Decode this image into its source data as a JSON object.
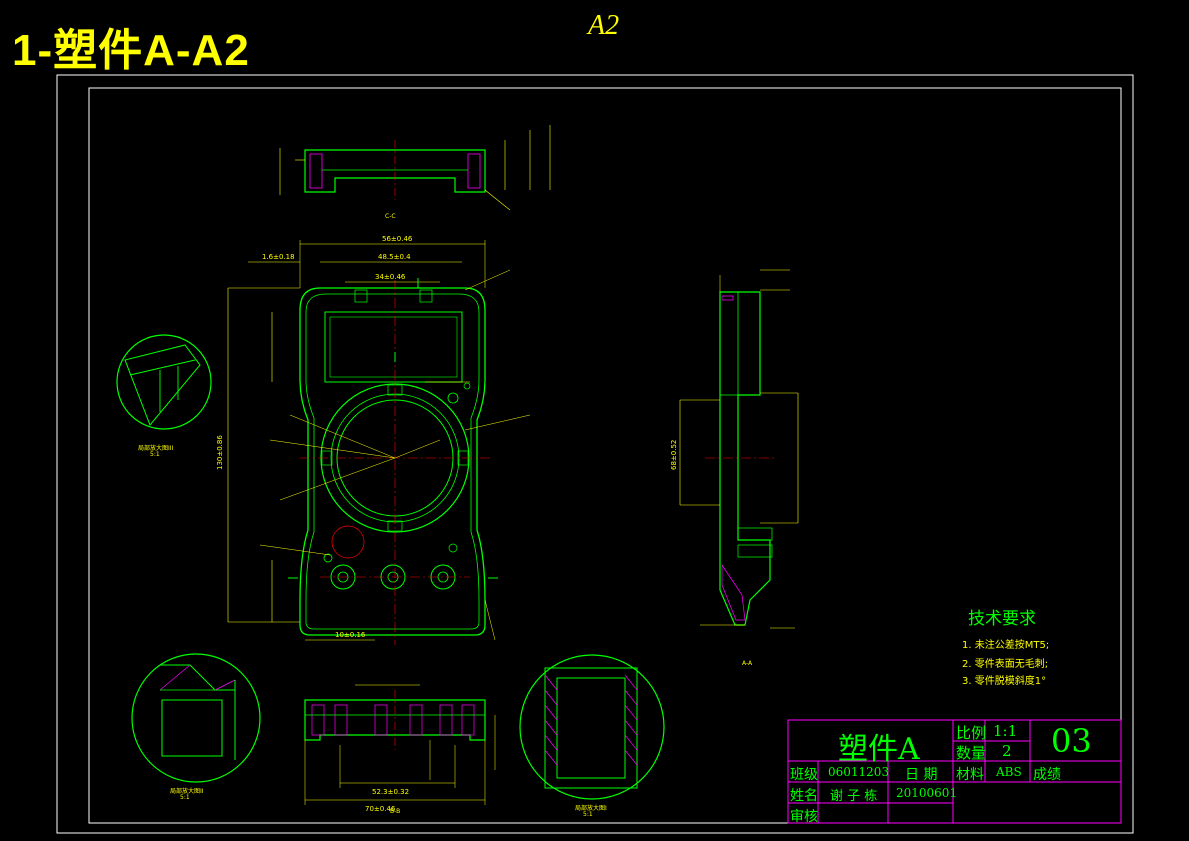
{
  "sheet": {
    "title": "1-塑件A-A2",
    "size_label": "A2"
  },
  "views": {
    "section_cc": "C-C",
    "section_aa": "A-A",
    "section_bb": "B-B",
    "detail_iii": "局部放大图III",
    "detail_iii_scale": "5:1",
    "detail_ii": "局部放大图II",
    "detail_ii_scale": "5:1",
    "detail_i": "局部放大图I",
    "detail_i_scale": "5:1"
  },
  "dimensions": {
    "top_width": "56±0.46",
    "width_2": "48.5±0.4",
    "inner_width": "34±0.46",
    "height_main": "130±0.86",
    "side_height": "68±0.52",
    "bottom_width": "70±0.46",
    "bottom_inner": "52.3±0.32",
    "hole_dim": "10±0.16",
    "side_left": "1.6±0.18"
  },
  "tech_requirements": {
    "heading": "技术要求",
    "items": [
      "1. 未注公差按MT5;",
      "2. 零件表面无毛刺;",
      "3. 零件脱模斜度1°"
    ]
  },
  "title_block": {
    "part_name": "塑件A",
    "scale_label": "比例",
    "scale_value": "1:1",
    "qty_label": "数量",
    "qty_value": "2",
    "drawing_no": "03",
    "class_label": "班级",
    "class_value": "06011203",
    "date_label": "日 期",
    "material_label": "材料",
    "material_value": "ABS",
    "grade_label": "成绩",
    "name_label": "姓名",
    "name_value": "谢 子 栋",
    "date_value": "20100601",
    "review_label": "审核"
  },
  "colors": {
    "outline": "#00ff00",
    "dimension": "#ffff00",
    "frame": "#ffffff",
    "centerline": "#ff0000",
    "hatch": "#ff00ff",
    "title": "#ffff00"
  }
}
